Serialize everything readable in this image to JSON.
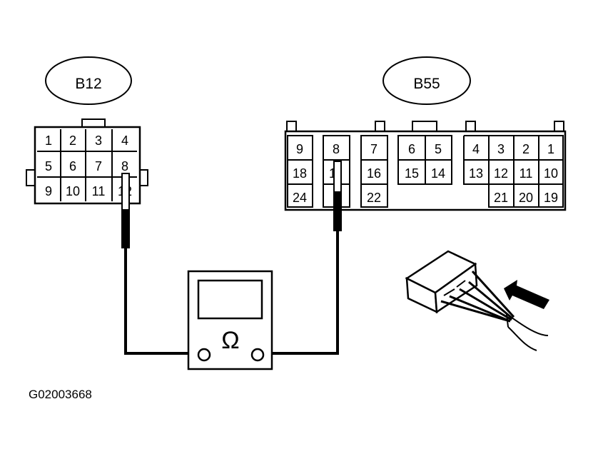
{
  "connectors": {
    "b12": {
      "label": "B12",
      "pins": [
        "1",
        "2",
        "3",
        "4",
        "5",
        "6",
        "7",
        "8",
        "9",
        "10",
        "11",
        "12"
      ]
    },
    "b55": {
      "label": "B55",
      "pins": [
        "9",
        "8",
        "7",
        "6",
        "5",
        "4",
        "3",
        "2",
        "1",
        "18",
        "1",
        "16",
        "15",
        "14",
        "13",
        "12",
        "11",
        "10",
        "24",
        "22",
        "21",
        "20",
        "19"
      ]
    }
  },
  "meter": {
    "symbol": "Ω"
  },
  "figure_id": "G02003668",
  "icons": [
    "ohmmeter-icon",
    "harness-connector-icon",
    "insert-direction-arrow-icon",
    "test-probe-icon"
  ]
}
